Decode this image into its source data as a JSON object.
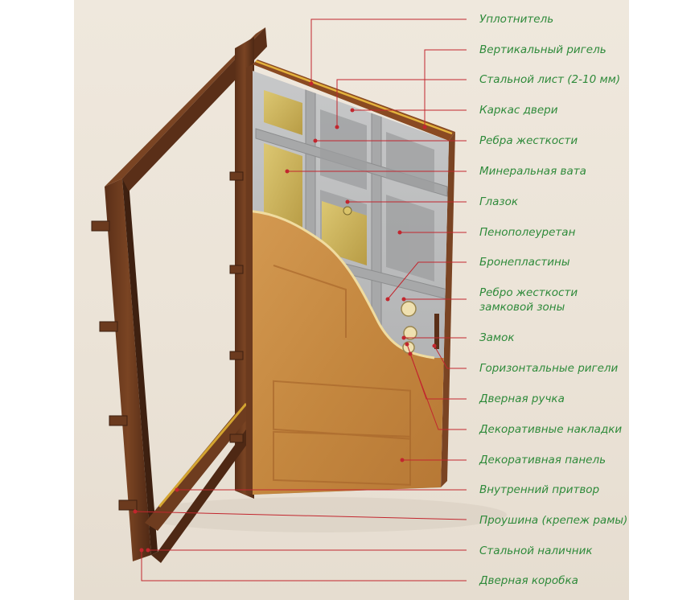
{
  "colors": {
    "label_text": "#2e8a3a",
    "leader_line": "#c2262e",
    "frame_brown": "#6b3a1e",
    "wood_panel": "#c4873f",
    "steel_gray": "#b9babb",
    "mineral_wool": "#cfb75c"
  },
  "labels": [
    {
      "text": "Уплотнитель"
    },
    {
      "text": "Вертикальный ригель"
    },
    {
      "text": "Стальной лист (2-10 мм)"
    },
    {
      "text": "Каркас двери"
    },
    {
      "text": "Ребра жесткости"
    },
    {
      "text": "Минеральная вата"
    },
    {
      "text": "Глазок"
    },
    {
      "text": "Пенополеуретан"
    },
    {
      "text": "Бронепластины"
    },
    {
      "text": "Ребро жесткости",
      "text2": "замковой зоны"
    },
    {
      "text": "Замок"
    },
    {
      "text": "Горизонтальные ригели"
    },
    {
      "text": "Дверная ручка"
    },
    {
      "text": "Декоративные накладки"
    },
    {
      "text": "Декоративная панель"
    },
    {
      "text": "Внутренний притвор"
    },
    {
      "text": "Проушина (крепеж рамы)"
    },
    {
      "text": "Стальной наличник"
    },
    {
      "text": "Дверная коробка"
    }
  ]
}
